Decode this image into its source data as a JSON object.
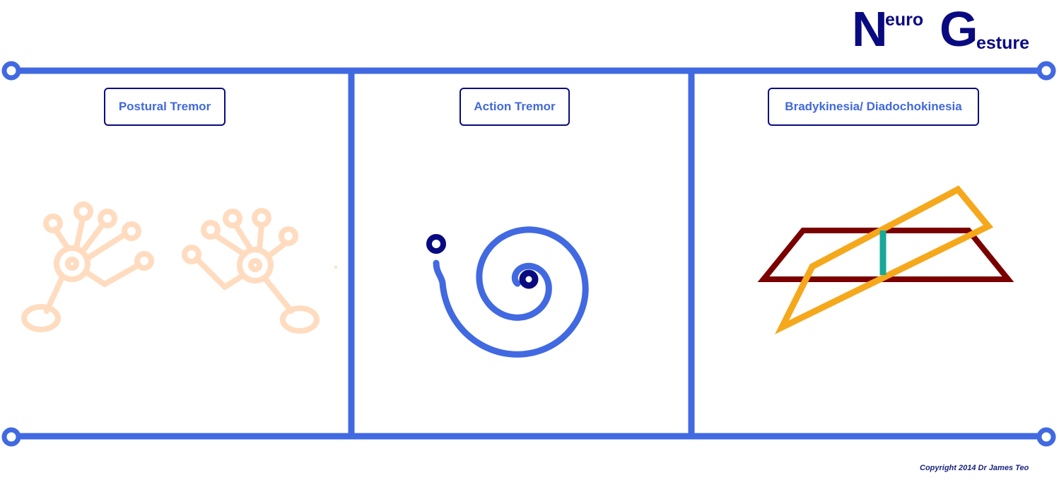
{
  "logo": {
    "n": "N",
    "euro": "euro",
    "g": "G",
    "esture": "esture"
  },
  "tabs": [
    {
      "label": "Postural Tremor"
    },
    {
      "label": "Action Tremor"
    },
    {
      "label": "Bradykinesia/ Diadochokinesia"
    }
  ],
  "colors": {
    "frame": "#4169e1",
    "navy": "#0a0a80",
    "hands": "#ffdcc0",
    "maroon": "#7a0000",
    "orange": "#f5a81c",
    "teal": "#18a89a"
  },
  "icons": {
    "postural": "hands-outstretched-icon",
    "action": "spiral-icon",
    "bradykinesia": "tapping-planes-icon"
  },
  "footer": {
    "copyright": "Copyright 2014 Dr James Teo"
  }
}
